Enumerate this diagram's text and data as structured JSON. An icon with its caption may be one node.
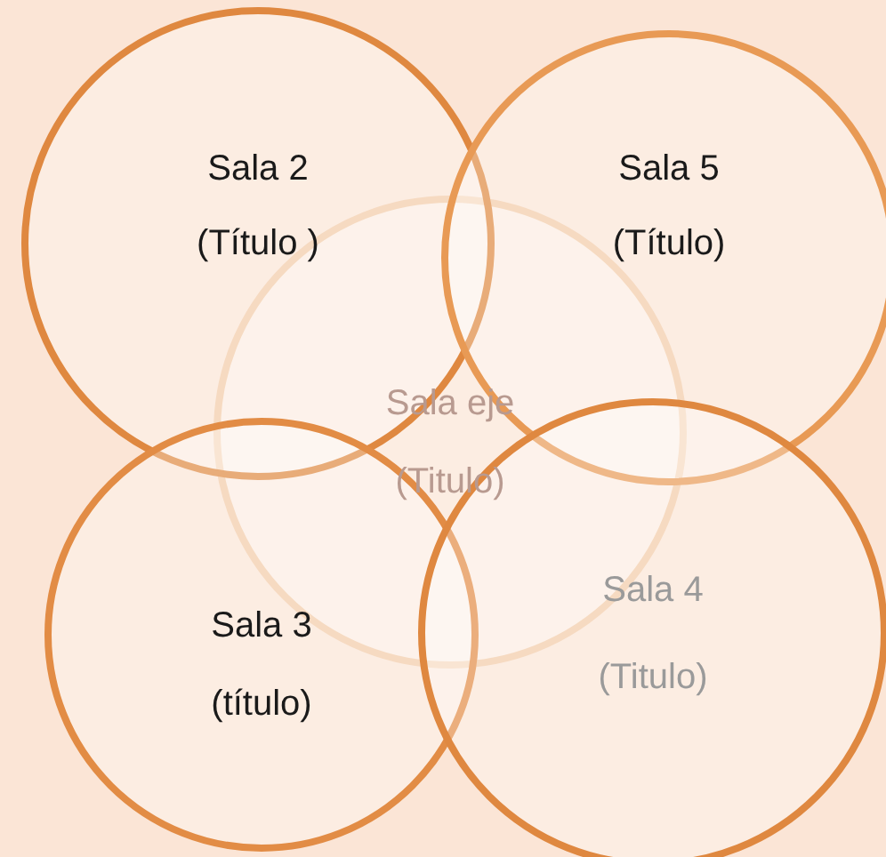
{
  "diagram": {
    "nodes": [
      {
        "text": [
          "Sala 2",
          "(Título )"
        ]
      },
      {
        "text": [
          "Sala 5",
          "(Título)"
        ]
      },
      {
        "text": [
          "Sala eje",
          "(Titulo)"
        ]
      },
      {
        "text": [
          "Sala 3",
          "(título)"
        ]
      },
      {
        "text": [
          "Sala 4",
          "(Titulo)"
        ]
      }
    ]
  }
}
